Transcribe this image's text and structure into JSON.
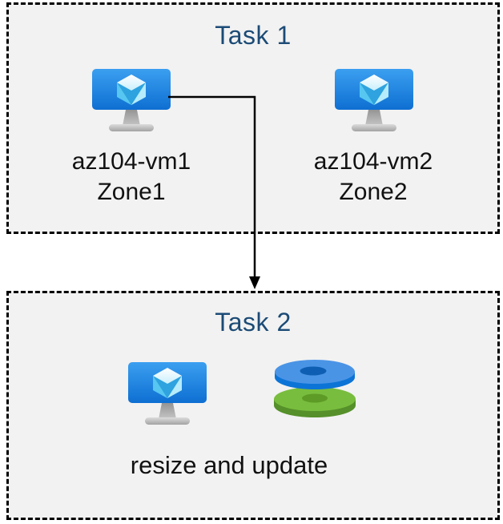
{
  "colors": {
    "page_background": "#ffffff",
    "box_background": "#f2f2f2",
    "box_border": "#000000",
    "title_text": "#1c4b76",
    "label_text": "#111111",
    "arrow": "#000000",
    "vm_screen_top": "#3b9ff0",
    "vm_screen_bottom": "#0e6fd2",
    "disk_blue_top": "#4a94e6",
    "disk_blue_side": "#0c74d6",
    "disk_green_top": "#79bd3e",
    "disk_green_side": "#55902a"
  },
  "task1": {
    "title": "Task 1",
    "vms": [
      {
        "name": "az104-vm1",
        "zone": "Zone1"
      },
      {
        "name": "az104-vm2",
        "zone": "Zone2"
      }
    ]
  },
  "task2": {
    "title": "Task 2",
    "caption": "resize and update"
  },
  "connector": {
    "from": "az104-vm1",
    "to": "Task 2",
    "style": "elbow-arrow"
  }
}
